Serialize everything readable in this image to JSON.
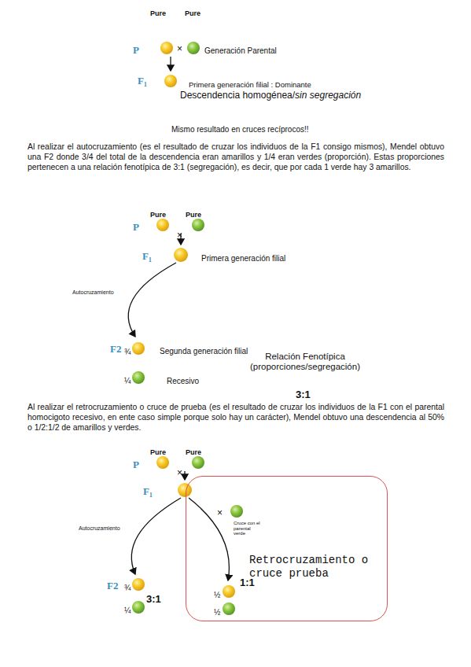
{
  "diagram": {
    "nodes": [
      {
        "text": [
          "Retrocruzamiento o cruce prueba"
        ]
      }
    ],
    "labels": [
      "Pure",
      "Pure",
      "P",
      "×",
      "Generación Parental",
      "F₁",
      "Primera generación filial : Dominante",
      "Descendencia homogénea/",
      "sin segregación",
      "Mismo resultado en cruces recíprocos!!",
      "Al realizar el autocruzamiento (es el resultado de cruzar los individuos de la F1 consigo mismos), Mendel obtuvo una F2 donde 3/4 del total de la descendencia eran amarillos y 1/4 eran verdes (proporción). Estas proporciones pertenecen a una relación fenotípica de 3:1 (segregación), es decir, que por cada 1 verde hay 3 amarillos.",
      "Pure",
      "Pure",
      "P",
      "×",
      "F₁",
      "Primera generación filial",
      "Autocruzamiento",
      "F2",
      "¾",
      "Segunda generación filial",
      "¼",
      "Recesivo",
      "Relación Fenotípica (proporciones/segregación)",
      "3:1",
      "Al realizar el retrocruzamiento o cruce de prueba (es el resultado de cruzar los individuos de la F1 con el parental homocigoto recesivo, en ente caso simple porque solo hay un carácter), Mendel obtuvo una descendencia al 50% o 1/2:1/2 de amarillos y verdes.",
      "Pure",
      "Pure",
      "P",
      "×",
      "F₁",
      "×",
      "Cruce con el parental verde",
      "Autocruzamiento",
      "F2",
      "¾",
      "3:1",
      "¼",
      "½",
      "1:1",
      "½"
    ]
  }
}
